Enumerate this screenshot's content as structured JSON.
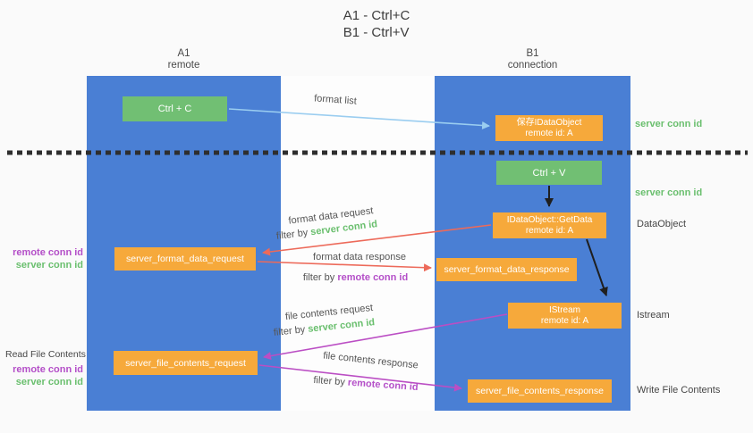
{
  "title": {
    "line1": "A1 - Ctrl+C",
    "line2": "B1 - Ctrl+V"
  },
  "lanes": {
    "left": {
      "name": "A1",
      "role": "remote"
    },
    "right": {
      "name": "B1",
      "role": "connection"
    }
  },
  "nodes": {
    "ctrl_c": "Ctrl + C",
    "save_idataobject_line1": "保存IDataObject",
    "save_idataobject_line2": "remote id: A",
    "ctrl_v": "Ctrl + V",
    "getdata_line1": "IDataObject::GetData",
    "getdata_line2": "remote id: A",
    "format_request": "server_format_data_request",
    "format_response": "server_format_data_response",
    "istream_line1": "IStream",
    "istream_line2": "remote id: A",
    "file_request": "server_file_contents_request",
    "file_response": "server_file_contents_response"
  },
  "arrow_labels": {
    "format_list": "format list",
    "format_data_request": "format data request",
    "filter_server_1_prefix": "filter by ",
    "filter_server_1_id": "server conn id",
    "format_data_response": "format data response",
    "filter_remote_1_prefix": "filter by ",
    "filter_remote_1_id": "remote conn id",
    "file_contents_request": "file contents request",
    "filter_server_2_prefix": "filter by ",
    "filter_server_2_id": "server conn id",
    "file_contents_response": "file contents response",
    "filter_remote_2_prefix": "filter by ",
    "filter_remote_2_id": "remote conn id"
  },
  "side_labels": {
    "right_server_conn_1": "server conn id",
    "right_server_conn_2": "server conn id",
    "right_dataobject": "DataObject",
    "right_istream": "Istream",
    "right_write_file": "Write File Contents",
    "left_remote_conn_1": "remote conn id",
    "left_server_conn_1": "server conn id",
    "left_read_file": "Read File Contents",
    "left_remote_conn_2": "remote conn id",
    "left_server_conn_2": "server conn id"
  },
  "colors": {
    "lane_blue": "#4a7fd4",
    "box_green": "#71bf73",
    "box_orange": "#f6a93b",
    "green_id_text": "#6abf6e",
    "purple_id_text": "#b44fc8",
    "arrow_lightblue": "#9acdf0",
    "arrow_red": "#ed6a5a",
    "arrow_magenta": "#bb4ec4",
    "arrow_black": "#1f1f1f",
    "separator_black": "#2e2e2e"
  }
}
